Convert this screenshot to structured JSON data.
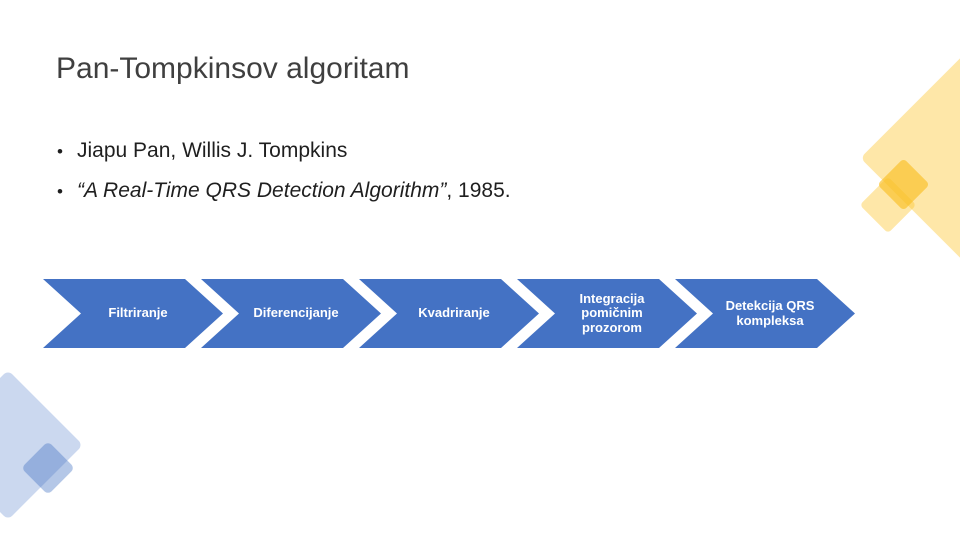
{
  "slide": {
    "title": "Pan-Tompkinsov algoritam",
    "bullet_marker": "•",
    "bullet1": "Jiapu Pan, Willis J. Tompkins",
    "bullet2_quote": "“A Real-Time QRS Detection Algorithm”",
    "bullet2_suffix": ", 1985."
  },
  "process_flow": {
    "steps": [
      {
        "label": "Filtriranje"
      },
      {
        "label": "Diferencijanje"
      },
      {
        "label": "Kvadriranje"
      },
      {
        "label": "Integracija pomičnim prozorom"
      },
      {
        "label": "Detekcija QRS kompleksa"
      }
    ]
  },
  "colors": {
    "chevron_blue": "#4472C4",
    "chevron_text": "#FFFFFF",
    "accent_yellow": "#FCC630",
    "accent_blue": "#4472C4",
    "title_text": "#3F3F3F",
    "body_text": "#1F1F1F",
    "background": "#FFFFFF"
  }
}
